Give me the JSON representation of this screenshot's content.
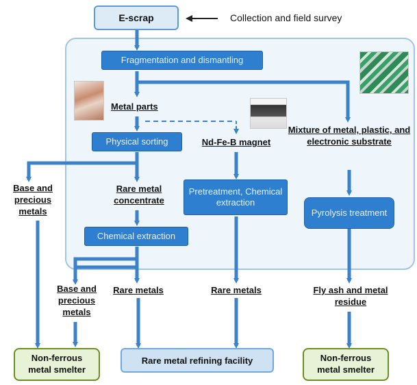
{
  "nodes": {
    "escrap": "E-scrap",
    "collection": "Collection and field survey",
    "fragmentation": "Fragmentation and dismantling",
    "metal_parts": "Metal parts",
    "physical_sorting": "Physical sorting",
    "ndfeb": "Nd-Fe-B magnet",
    "mixture": "Mixture of metal, plastic, and electronic substrate",
    "base_precious_left": "Base and precious metals",
    "rare_concentrate": "Rare metal concentrate",
    "pretreatment": "Pretreatment, Chemical extraction",
    "pyrolysis": "Pyrolysis treatment",
    "chemical_extraction": "Chemical extraction",
    "base_precious_mid": "Base and precious metals",
    "rare_metals_1": "Rare metals",
    "rare_metals_2": "Rare metals",
    "fly_ash": "Fly ash and metal residue",
    "smelter_left": "Non-ferrous metal smelter",
    "refining": "Rare metal refining facility",
    "smelter_right": "Non-ferrous metal smelter"
  },
  "colors": {
    "arrow": "#3b82c8",
    "step": "#2f7fd0",
    "frame": "#9fc5e8"
  }
}
